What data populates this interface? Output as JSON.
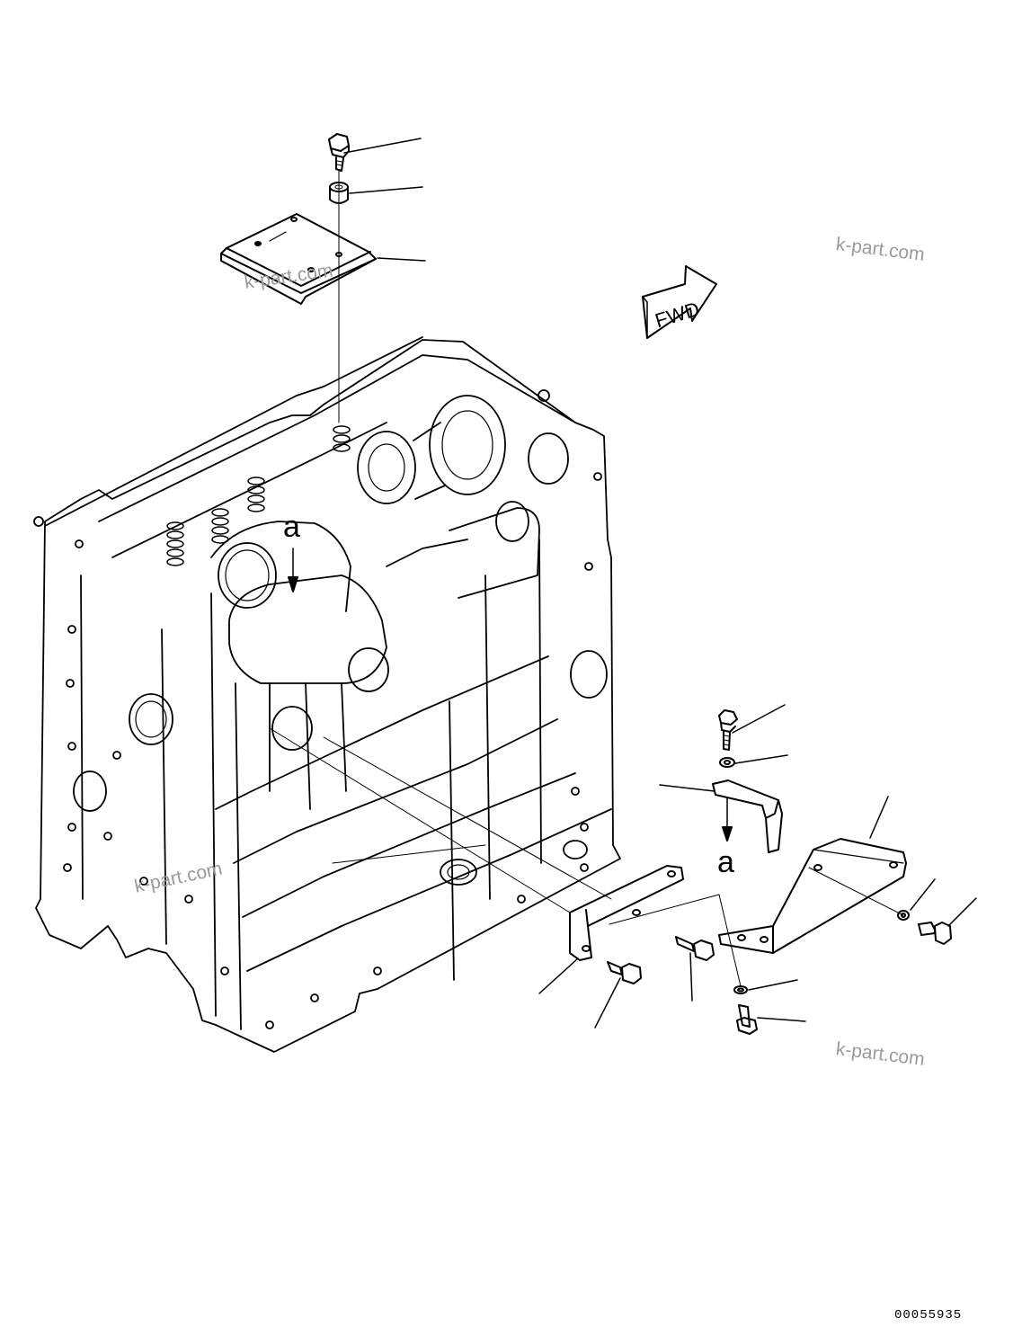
{
  "figure": {
    "direction_arrow": "FWD",
    "view_ref_top": "a",
    "view_ref_bottom": "a",
    "drawing_number": "00055935"
  },
  "watermarks": {
    "top_right": "k-part.com",
    "top_left": "k-part.com",
    "middle_left": "k-part.com",
    "bottom_right": "k-part.com"
  },
  "colors": {
    "line": "#000000",
    "watermark": "#9a9a9a"
  }
}
